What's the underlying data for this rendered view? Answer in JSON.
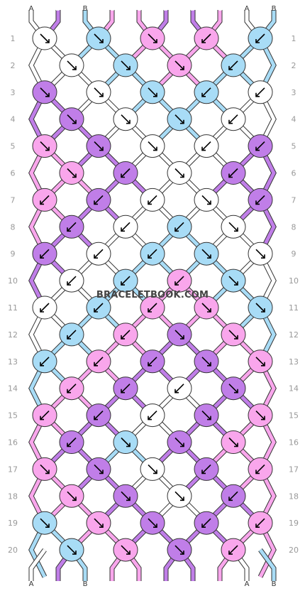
{
  "watermark": "BRACELETBOOK.COM",
  "colors": {
    "A": "#ffffff",
    "B": "#a8dcf6",
    "C": "#f9a6ec",
    "D": "#c07ee8"
  },
  "top_strings": [
    "A",
    "D",
    "B",
    "C",
    "C",
    "D",
    "D",
    "C",
    "A",
    "B"
  ],
  "bottom_strings": [
    "A",
    "D",
    "B",
    "C",
    "C",
    "D",
    "D",
    "C",
    "A",
    "B"
  ],
  "row_numbers": [
    "1",
    "2",
    "3",
    "4",
    "5",
    "6",
    "7",
    "8",
    "9",
    "10",
    "11",
    "12",
    "13",
    "14",
    "15",
    "16",
    "17",
    "18",
    "19",
    "20"
  ],
  "rows": [
    [
      {
        "c": "A",
        "d": "se"
      },
      {
        "c": "B",
        "d": "se"
      },
      {
        "c": "C",
        "d": "se"
      },
      {
        "c": "C",
        "d": "sw"
      },
      {
        "c": "B",
        "d": "sw"
      }
    ],
    [
      {
        "c": "A",
        "d": "se"
      },
      {
        "c": "B",
        "d": "se"
      },
      {
        "c": "C",
        "d": "se"
      },
      {
        "c": "B",
        "d": "sw"
      }
    ],
    [
      {
        "c": "D",
        "d": "se"
      },
      {
        "c": "A",
        "d": "se"
      },
      {
        "c": "B",
        "d": "se"
      },
      {
        "c": "B",
        "d": "sw"
      },
      {
        "c": "A",
        "d": "sw"
      }
    ],
    [
      {
        "c": "D",
        "d": "se"
      },
      {
        "c": "A",
        "d": "se"
      },
      {
        "c": "B",
        "d": "se"
      },
      {
        "c": "A",
        "d": "sw"
      }
    ],
    [
      {
        "c": "C",
        "d": "se"
      },
      {
        "c": "D",
        "d": "se"
      },
      {
        "c": "A",
        "d": "se"
      },
      {
        "c": "A",
        "d": "sw"
      },
      {
        "c": "D",
        "d": "sw"
      }
    ],
    [
      {
        "c": "C",
        "d": "se"
      },
      {
        "c": "D",
        "d": "sw"
      },
      {
        "c": "A",
        "d": "se"
      },
      {
        "c": "D",
        "d": "sw"
      }
    ],
    [
      {
        "c": "C",
        "d": "sw"
      },
      {
        "c": "D",
        "d": "sw"
      },
      {
        "c": "A",
        "d": "sw"
      },
      {
        "c": "A",
        "d": "se"
      },
      {
        "c": "D",
        "d": "sw"
      }
    ],
    [
      {
        "c": "D",
        "d": "sw"
      },
      {
        "c": "A",
        "d": "sw"
      },
      {
        "c": "B",
        "d": "sw"
      },
      {
        "c": "A",
        "d": "se"
      }
    ],
    [
      {
        "c": "D",
        "d": "sw"
      },
      {
        "c": "A",
        "d": "sw"
      },
      {
        "c": "B",
        "d": "sw"
      },
      {
        "c": "B",
        "d": "se"
      },
      {
        "c": "A",
        "d": "se"
      }
    ],
    [
      {
        "c": "A",
        "d": "sw"
      },
      {
        "c": "B",
        "d": "sw"
      },
      {
        "c": "C",
        "d": "sw"
      },
      {
        "c": "B",
        "d": "se"
      }
    ],
    [
      {
        "c": "A",
        "d": "sw"
      },
      {
        "c": "B",
        "d": "sw"
      },
      {
        "c": "C",
        "d": "sw"
      },
      {
        "c": "C",
        "d": "se"
      },
      {
        "c": "B",
        "d": "se"
      }
    ],
    [
      {
        "c": "B",
        "d": "sw"
      },
      {
        "c": "C",
        "d": "sw"
      },
      {
        "c": "D",
        "d": "se"
      },
      {
        "c": "C",
        "d": "se"
      }
    ],
    [
      {
        "c": "B",
        "d": "sw"
      },
      {
        "c": "C",
        "d": "sw"
      },
      {
        "c": "D",
        "d": "sw"
      },
      {
        "c": "D",
        "d": "se"
      },
      {
        "c": "C",
        "d": "se"
      }
    ],
    [
      {
        "c": "C",
        "d": "sw"
      },
      {
        "c": "D",
        "d": "sw"
      },
      {
        "c": "A",
        "d": "sw"
      },
      {
        "c": "D",
        "d": "se"
      }
    ],
    [
      {
        "c": "C",
        "d": "sw"
      },
      {
        "c": "D",
        "d": "sw"
      },
      {
        "c": "A",
        "d": "sw"
      },
      {
        "c": "D",
        "d": "se"
      },
      {
        "c": "C",
        "d": "se"
      }
    ],
    [
      {
        "c": "D",
        "d": "sw"
      },
      {
        "c": "B",
        "d": "se"
      },
      {
        "c": "D",
        "d": "se"
      },
      {
        "c": "C",
        "d": "se"
      }
    ],
    [
      {
        "c": "C",
        "d": "se"
      },
      {
        "c": "D",
        "d": "se"
      },
      {
        "c": "A",
        "d": "se"
      },
      {
        "c": "D",
        "d": "sw"
      },
      {
        "c": "C",
        "d": "sw"
      }
    ],
    [
      {
        "c": "C",
        "d": "se"
      },
      {
        "c": "D",
        "d": "se"
      },
      {
        "c": "A",
        "d": "se"
      },
      {
        "c": "D",
        "d": "sw"
      }
    ],
    [
      {
        "c": "B",
        "d": "se"
      },
      {
        "c": "C",
        "d": "se"
      },
      {
        "c": "D",
        "d": "se"
      },
      {
        "c": "D",
        "d": "sw"
      },
      {
        "c": "C",
        "d": "sw"
      }
    ],
    [
      {
        "c": "B",
        "d": "se"
      },
      {
        "c": "C",
        "d": "se"
      },
      {
        "c": "D",
        "d": "se"
      },
      {
        "c": "C",
        "d": "sw"
      }
    ]
  ]
}
